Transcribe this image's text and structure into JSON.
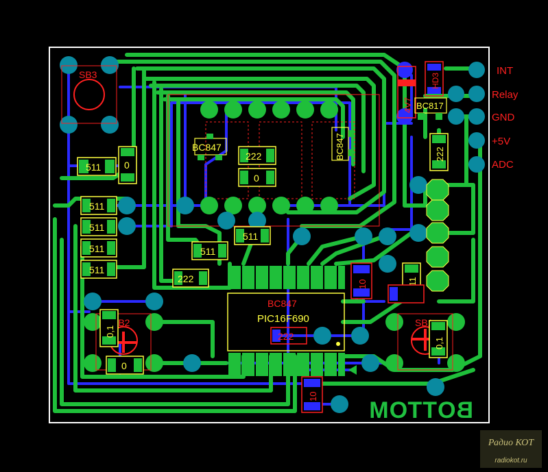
{
  "colors": {
    "background": "#000000",
    "board_outline": "#ffffff",
    "top_copper": "#1fbf3a",
    "bottom_copper": "#2a2aff",
    "pad": "#0a8aa0",
    "silkscreen": "#ffff40",
    "component_outline": "#ff2020"
  },
  "pin_labels": [
    "INT",
    "Relay",
    "GND",
    "+5V",
    "ADC"
  ],
  "board_side_text": "BOTTOM",
  "ic_label": "PIC16F690",
  "buttons": [
    "SB3",
    "SB2",
    "SB1"
  ],
  "transistors": [
    "BC847",
    "BC847",
    "BC847",
    "BC817"
  ],
  "diode_labels": [
    "4V7",
    "HD3"
  ],
  "resistors": [
    "511",
    "511",
    "511",
    "511",
    "511",
    "511",
    "511",
    "511",
    "222",
    "222",
    "222",
    "222"
  ],
  "capacitors": [
    "0",
    "0",
    "0",
    "0,1",
    "0,1",
    "10",
    "10"
  ],
  "watermark": {
    "title": "Радио КОТ",
    "url": "radiokot.ru"
  }
}
